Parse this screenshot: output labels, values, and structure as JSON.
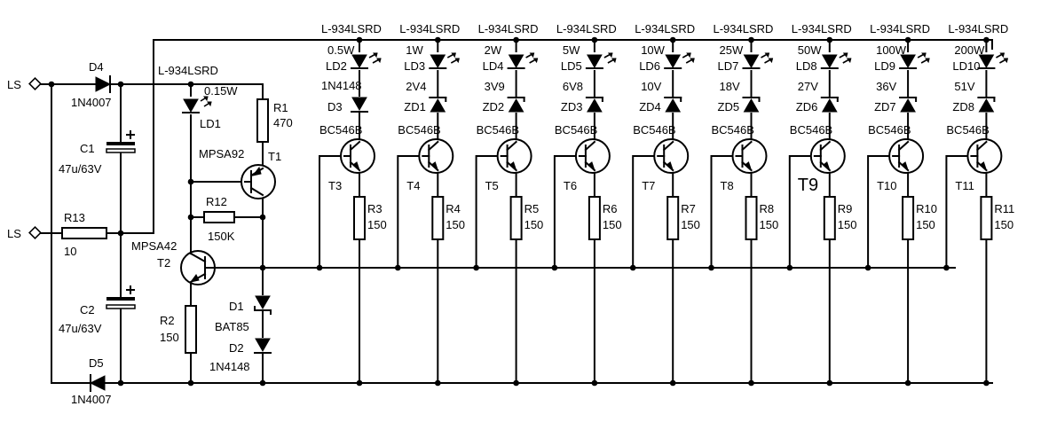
{
  "left": {
    "ls_top": "LS",
    "ls_mid": "LS",
    "d4": "D4",
    "d4_val": "1N4007",
    "c1": "C1",
    "c1_val": "47u/63V",
    "r13": "R13",
    "r13_val": "10",
    "c2": "C2",
    "c2_val": "47u/63V",
    "d5": "D5",
    "d5_val": "1N4007",
    "ld1_part": "L-934LSRD",
    "ld1_power": "0.15W",
    "ld1": "LD1",
    "r1": "R1",
    "r1_val": "470",
    "t1_type": "MPSA92",
    "t1": "T1",
    "r12": "R12",
    "r12_val": "150K",
    "t2_type": "MPSA42",
    "t2": "T2",
    "d1": "D1",
    "d1_val": "BAT85",
    "d2": "D2",
    "d2_val": "1N4148",
    "r2": "R2",
    "r2_val": "150"
  },
  "stages": [
    {
      "part": "L-934LSRD",
      "power": "0.5W",
      "led": "LD2",
      "ref_diode": "D3",
      "ref_value": "1N4148",
      "ref_type": "diode",
      "transistor_type": "BC546B",
      "transistor": "T3",
      "resistor": "R3",
      "resistor_value": "150"
    },
    {
      "part": "L-934LSRD",
      "power": "1W",
      "led": "LD3",
      "ref_diode": "ZD1",
      "ref_value": "2V4",
      "ref_type": "zener",
      "transistor_type": "BC546B",
      "transistor": "T4",
      "resistor": "R4",
      "resistor_value": "150"
    },
    {
      "part": "L-934LSRD",
      "power": "2W",
      "led": "LD4",
      "ref_diode": "ZD2",
      "ref_value": "3V9",
      "ref_type": "zener",
      "transistor_type": "BC546B",
      "transistor": "T5",
      "resistor": "R5",
      "resistor_value": "150"
    },
    {
      "part": "L-934LSRD",
      "power": "5W",
      "led": "LD5",
      "ref_diode": "ZD3",
      "ref_value": "6V8",
      "ref_type": "zener",
      "transistor_type": "BC546B",
      "transistor": "T6",
      "resistor": "R6",
      "resistor_value": "150"
    },
    {
      "part": "L-934LSRD",
      "power": "10W",
      "led": "LD6",
      "ref_diode": "ZD4",
      "ref_value": "10V",
      "ref_type": "zener",
      "transistor_type": "BC546B",
      "transistor": "T7",
      "resistor": "R7",
      "resistor_value": "150"
    },
    {
      "part": "L-934LSRD",
      "power": "25W",
      "led": "LD7",
      "ref_diode": "ZD5",
      "ref_value": "18V",
      "ref_type": "zener",
      "transistor_type": "BC546B",
      "transistor": "T8",
      "resistor": "R8",
      "resistor_value": "150"
    },
    {
      "part": "L-934LSRD",
      "power": "50W",
      "led": "LD8",
      "ref_diode": "ZD6",
      "ref_value": "27V",
      "ref_type": "zener",
      "transistor_type": "BC546B",
      "transistor": "T9",
      "resistor": "R9",
      "resistor_value": "150",
      "big_label": true
    },
    {
      "part": "L-934LSRD",
      "power": "100W",
      "led": "LD9",
      "ref_diode": "ZD7",
      "ref_value": "36V",
      "ref_type": "zener",
      "transistor_type": "BC546B",
      "transistor": "T10",
      "resistor": "R10",
      "resistor_value": "150"
    },
    {
      "part": "L-934LSRD",
      "power": "200W",
      "led": "LD10",
      "ref_diode": "ZD8",
      "ref_value": "51V",
      "ref_type": "zener",
      "transistor_type": "BC546B",
      "transistor": "T11",
      "resistor": "R11",
      "resistor_value": "150"
    }
  ]
}
